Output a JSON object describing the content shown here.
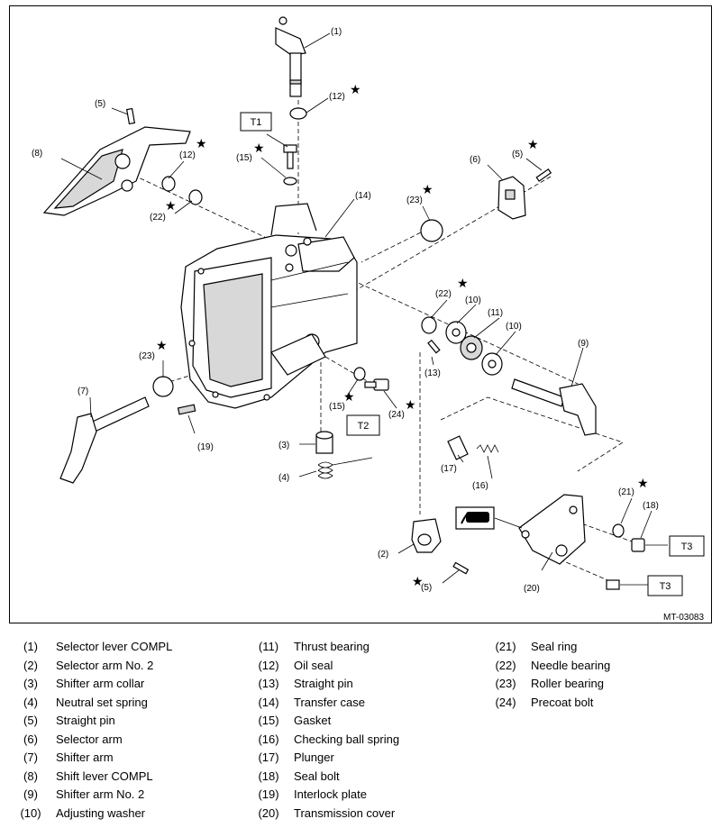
{
  "figure_id": "MT-03083",
  "torque_marks": [
    "T1",
    "T2",
    "T3",
    "T3"
  ],
  "star_symbol": "★",
  "callouts": {
    "c1": "(1)",
    "c2": "(2)",
    "c3": "(3)",
    "c4": "(4)",
    "c5a": "(5)",
    "c5b": "(5)",
    "c5c": "(5)",
    "c6": "(6)",
    "c7": "(7)",
    "c8": "(8)",
    "c9": "(9)",
    "c10a": "(10)",
    "c10b": "(10)",
    "c11": "(11)",
    "c12a": "(12)",
    "c12b": "(12)",
    "c13": "(13)",
    "c14": "(14)",
    "c15a": "(15)",
    "c15b": "(15)",
    "c16": "(16)",
    "c17": "(17)",
    "c18": "(18)",
    "c19": "(19)",
    "c20": "(20)",
    "c21": "(21)",
    "c22a": "(22)",
    "c22b": "(22)",
    "c23a": "(23)",
    "c23b": "(23)",
    "c24": "(24)"
  },
  "legend": [
    {
      "num": "(1)",
      "name": "Selector lever COMPL"
    },
    {
      "num": "(2)",
      "name": "Selector arm No. 2"
    },
    {
      "num": "(3)",
      "name": "Shifter arm collar"
    },
    {
      "num": "(4)",
      "name": "Neutral set spring"
    },
    {
      "num": "(5)",
      "name": "Straight pin"
    },
    {
      "num": "(6)",
      "name": "Selector arm"
    },
    {
      "num": "(7)",
      "name": "Shifter arm"
    },
    {
      "num": "(8)",
      "name": "Shift lever COMPL"
    },
    {
      "num": "(9)",
      "name": "Shifter arm No. 2"
    },
    {
      "num": "(10)",
      "name": "Adjusting washer"
    },
    {
      "num": "(11)",
      "name": "Thrust bearing"
    },
    {
      "num": "(12)",
      "name": "Oil seal"
    },
    {
      "num": "(13)",
      "name": "Straight pin"
    },
    {
      "num": "(14)",
      "name": "Transfer case"
    },
    {
      "num": "(15)",
      "name": "Gasket"
    },
    {
      "num": "(16)",
      "name": "Checking ball spring"
    },
    {
      "num": "(17)",
      "name": "Plunger"
    },
    {
      "num": "(18)",
      "name": "Seal bolt"
    },
    {
      "num": "(19)",
      "name": "Interlock plate"
    },
    {
      "num": "(20)",
      "name": "Transmission cover"
    },
    {
      "num": "(21)",
      "name": "Seal ring"
    },
    {
      "num": "(22)",
      "name": "Needle bearing"
    },
    {
      "num": "(23)",
      "name": "Roller bearing"
    },
    {
      "num": "(24)",
      "name": "Precoat bolt"
    }
  ]
}
